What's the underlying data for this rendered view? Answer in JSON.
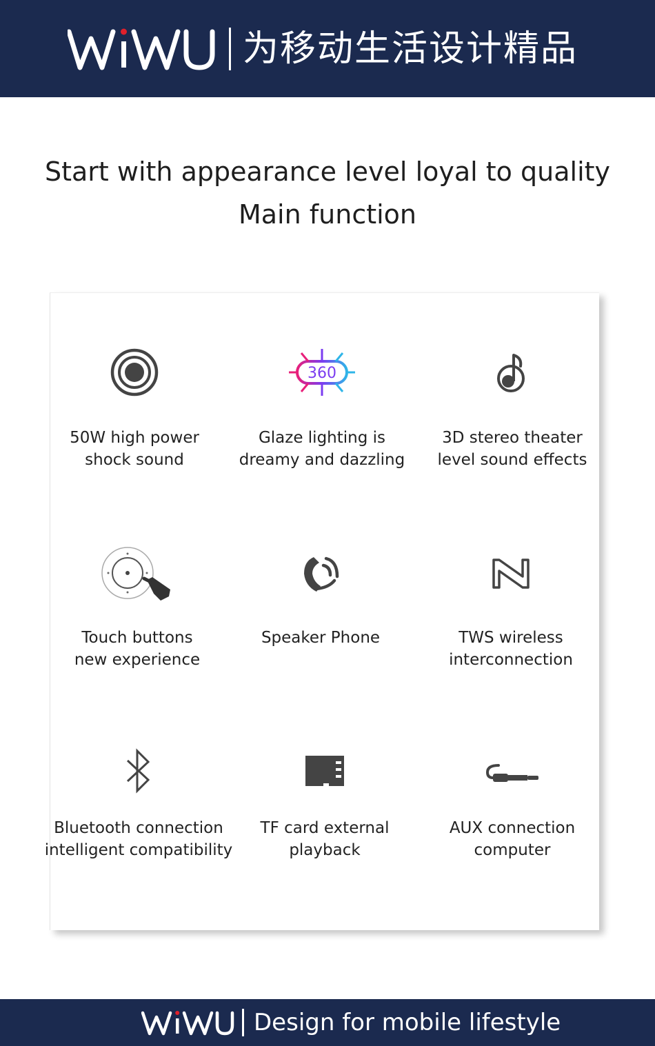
{
  "header": {
    "brand": "WiWU",
    "slogan": "为移动生活设计精品",
    "brand_color": "#1b2a4f",
    "dot_color": "#e0202b"
  },
  "headline": {
    "line1": "Start with appearance level loyal to quality",
    "line2": "Main function"
  },
  "features": [
    {
      "icon": "target-circle-icon",
      "line1": "50W high power",
      "line2": "shock sound"
    },
    {
      "icon": "360-light-icon",
      "line1": "Glaze lighting is",
      "line2": "dreamy and dazzling"
    },
    {
      "icon": "music-note-icon",
      "line1": "3D stereo theater",
      "line2": "level sound effects"
    },
    {
      "icon": "touch-button-icon",
      "line1": "Touch buttons",
      "line2": "new experience"
    },
    {
      "icon": "phone-icon",
      "line1": "Speaker Phone",
      "line2": ""
    },
    {
      "icon": "tws-link-icon",
      "line1": "TWS wireless",
      "line2": "interconnection"
    },
    {
      "icon": "bluetooth-icon",
      "line1": "Bluetooth connection",
      "line2": "intelligent compatibility"
    },
    {
      "icon": "tf-card-icon",
      "line1": "TF card external",
      "line2": "playback"
    },
    {
      "icon": "aux-cable-icon",
      "line1": "AUX connection",
      "line2": "computer"
    }
  ],
  "footer": {
    "brand": "WiWU",
    "slogan": "Design for mobile lifestyle"
  }
}
